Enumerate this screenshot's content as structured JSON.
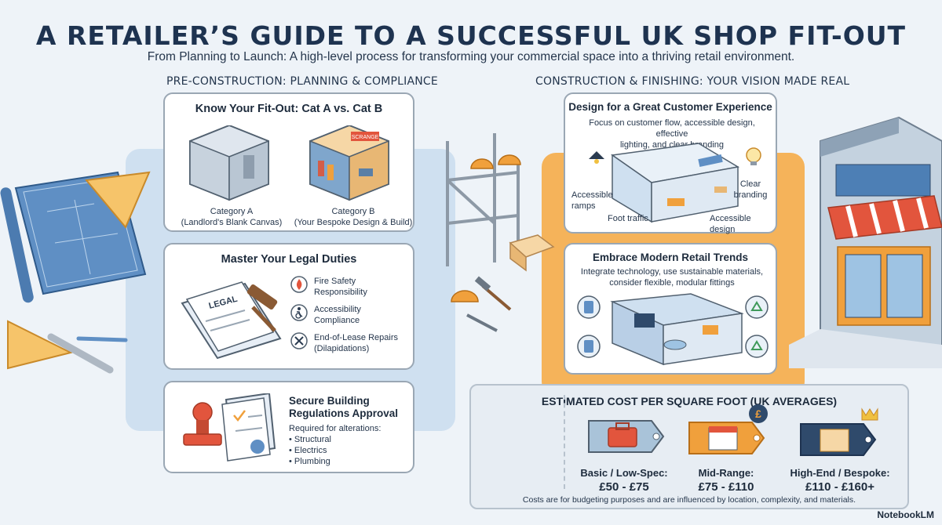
{
  "title": "A RETAILER’S GUIDE TO A SUCCESSFUL UK SHOP FIT-OUT",
  "subtitle": "From Planning to Launch: A high-level process for transforming your commercial space into a thriving retail environment.",
  "left_section": {
    "heading": "PRE-CONSTRUCTION: PLANNING & COMPLIANCE",
    "fitout": {
      "title": "Know Your Fit-Out: Cat A vs. Cat B",
      "cat_a_name": "Category A",
      "cat_a_desc": "(Landlord's Blank Canvas)",
      "cat_b_name": "Category B",
      "cat_b_desc": "(Your Bespoke Design & Build)",
      "cat_b_sign": "SCRANGE"
    },
    "legal": {
      "title": "Master Your Legal Duties",
      "doc_label": "LEGAL",
      "items": [
        {
          "icon": "flame-icon",
          "label": "Fire Safety\nResponsibility"
        },
        {
          "icon": "accessibility-icon",
          "label": "Accessibility\nCompliance"
        },
        {
          "icon": "tools-icon",
          "label": "End-of-Lease Repairs\n(Dilapidations)"
        }
      ]
    },
    "regulations": {
      "title": "Secure Building\nRegulations Approval",
      "required_label": "Required for alterations:",
      "items": [
        "• Structural",
        "• Electrics",
        "• Plumbing"
      ]
    }
  },
  "right_section": {
    "heading": "CONSTRUCTION & FINISHING: YOUR VISION MADE REAL",
    "experience": {
      "title": "Design for a Great Customer Experience",
      "description": "Focus on customer flow, accessible design, effective\nlighting, and clear branding",
      "callouts": {
        "ramps": "Accessible\nramps",
        "traffic": "Foot traffic",
        "branding": "Clear\nbranding",
        "accessible": "Accessible design"
      }
    },
    "trends": {
      "title": "Embrace Modern Retail Trends",
      "description": "Integrate technology, use sustainable materials,\nconsider flexible, modular fittings"
    }
  },
  "costs": {
    "title": "ESTIMATED COST PER SQUARE FOOT (UK AVERAGES)",
    "tiers": [
      {
        "name": "Basic / Low-Spec:",
        "price": "£50 - £75",
        "icon": "toolbox-icon",
        "color": "#a9c3d9"
      },
      {
        "name": "Mid-Range:",
        "price": "£75 - £110",
        "icon": "storefront-icon",
        "color": "#f0a03c"
      },
      {
        "name": "High-End / Bespoke:",
        "price": "£110 - £160+",
        "icon": "crown-store-icon",
        "color": "#2f4a6b"
      }
    ],
    "pound_symbol": "£",
    "note": "Costs are for budgeting purposes and are influenced by location, complexity, and materials."
  },
  "branding": "NotebookLM",
  "colors": {
    "navy": "#1e3350",
    "orange": "#f0a03c",
    "light_blue": "#cfe0f0"
  }
}
